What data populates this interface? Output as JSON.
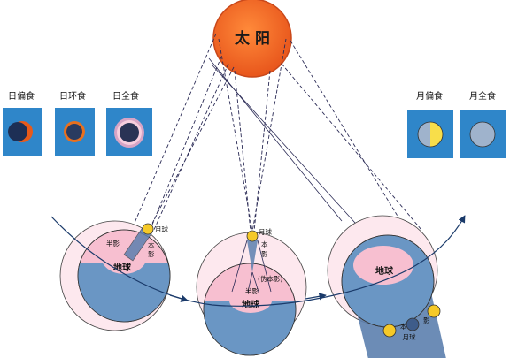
{
  "sun": {
    "label": "太  阳",
    "color": "#f06a28"
  },
  "solar_eclipse_panels": [
    {
      "label": "日偏食",
      "icon": "partial-solar-eclipse-icon"
    },
    {
      "label": "日环食",
      "icon": "annular-solar-eclipse-icon"
    },
    {
      "label": "日全食",
      "icon": "total-solar-eclipse-icon"
    }
  ],
  "lunar_eclipse_panels": [
    {
      "label": "月偏食",
      "icon": "partial-lunar-eclipse-icon"
    },
    {
      "label": "月全食",
      "icon": "total-lunar-eclipse-icon"
    }
  ],
  "diagram_1": {
    "moon_label": "月球",
    "penumbra_label": "半影",
    "umbra_label_1": "本",
    "umbra_label_2": "影",
    "earth_label": "地球"
  },
  "diagram_2": {
    "moon_label": "月球",
    "umbra_label_1": "本",
    "umbra_label_2": "影",
    "penumbra_label": "半影",
    "antumbra_label": "(伪本影)",
    "earth_label": "地球"
  },
  "diagram_3": {
    "earth_label": "地球",
    "umbra_label_1": "本",
    "umbra_label_2": "影",
    "moon_label": "月球"
  },
  "colors": {
    "panel_blue": "#2f86c9",
    "orbit_halo": "#fde8ee",
    "earth_pink": "#f7bfd0",
    "earth_blue": "#5f8fbf",
    "shadow_blue": "#5c7fae",
    "moon_yellow": "#f5c928"
  }
}
